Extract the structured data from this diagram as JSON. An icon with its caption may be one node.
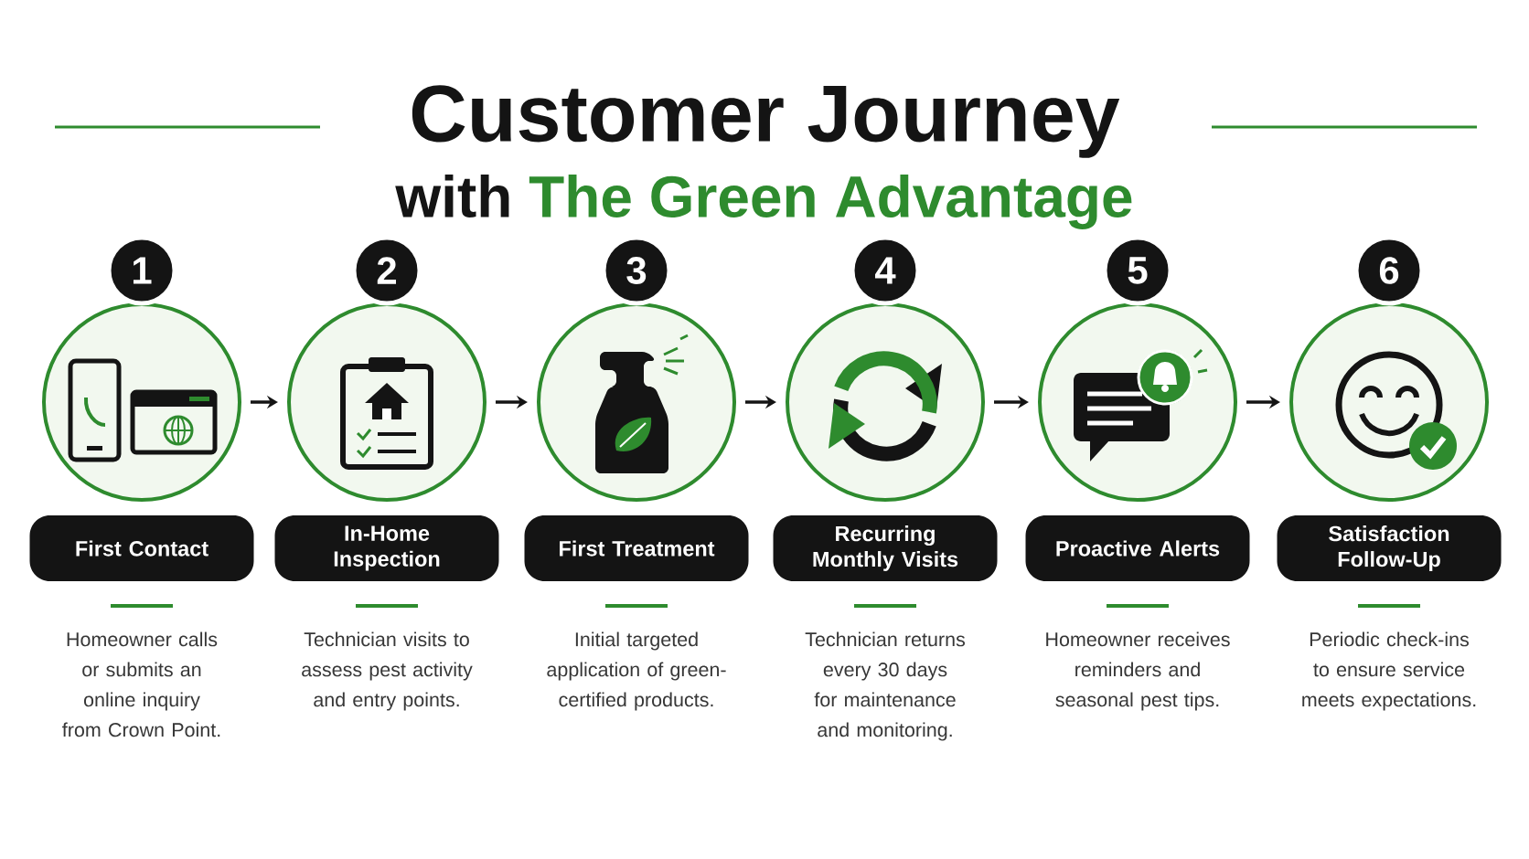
{
  "diagram": {
    "title": "Customer Journey",
    "nodes": [
      {
        "text": [
          "1"
        ]
      },
      {
        "text": [],
        "shape": "picture"
      },
      {
        "text": [
          "First Contact"
        ],
        "beside": [
          "Homeowner calls or submits an online inquiry from Crown Point."
        ]
      },
      {
        "text": [
          "2"
        ]
      },
      {
        "text": [],
        "shape": "picture"
      },
      {
        "text": [
          "In-Home Inspection"
        ],
        "beside": [
          "Technician visits to assess pest activity and entry points."
        ]
      },
      {
        "text": [
          "3"
        ]
      },
      {
        "text": [],
        "shape": "picture"
      },
      {
        "text": [
          "First Treatment"
        ],
        "beside": [
          "Initial targeted application of green-certified products."
        ]
      },
      {
        "text": [
          "4"
        ]
      },
      {
        "text": [],
        "shape": "picture"
      },
      {
        "text": [
          "Recurring Monthly Visits"
        ],
        "beside": [
          "Technician returns every 30 days for maintenance and monitoring."
        ]
      },
      {
        "text": [
          "5"
        ]
      },
      {
        "text": [],
        "shape": "picture"
      },
      {
        "text": [
          "Proactive Alerts"
        ],
        "beside": [
          "Homeowner receives reminders and seasonal pest tips."
        ]
      },
      {
        "text": [
          "6"
        ]
      },
      {
        "text": [],
        "shape": "picture"
      },
      {
        "text": [
          "Satisfaction Follow-Up"
        ],
        "beside": [
          "Periodic check-ins to ensure service meets expectations."
        ]
      }
    ],
    "edges": [
      {
        "from": 1,
        "to": 4,
        "arrow": "to"
      },
      {
        "from": 4,
        "to": 7,
        "arrow": "to"
      },
      {
        "from": 7,
        "to": 10,
        "arrow": "to"
      },
      {
        "from": 10,
        "to": 13,
        "arrow": "to"
      },
      {
        "from": 13,
        "to": 16,
        "arrow": "to"
      }
    ],
    "labels": [
      "with",
      "The Green Advantage"
    ]
  }
}
